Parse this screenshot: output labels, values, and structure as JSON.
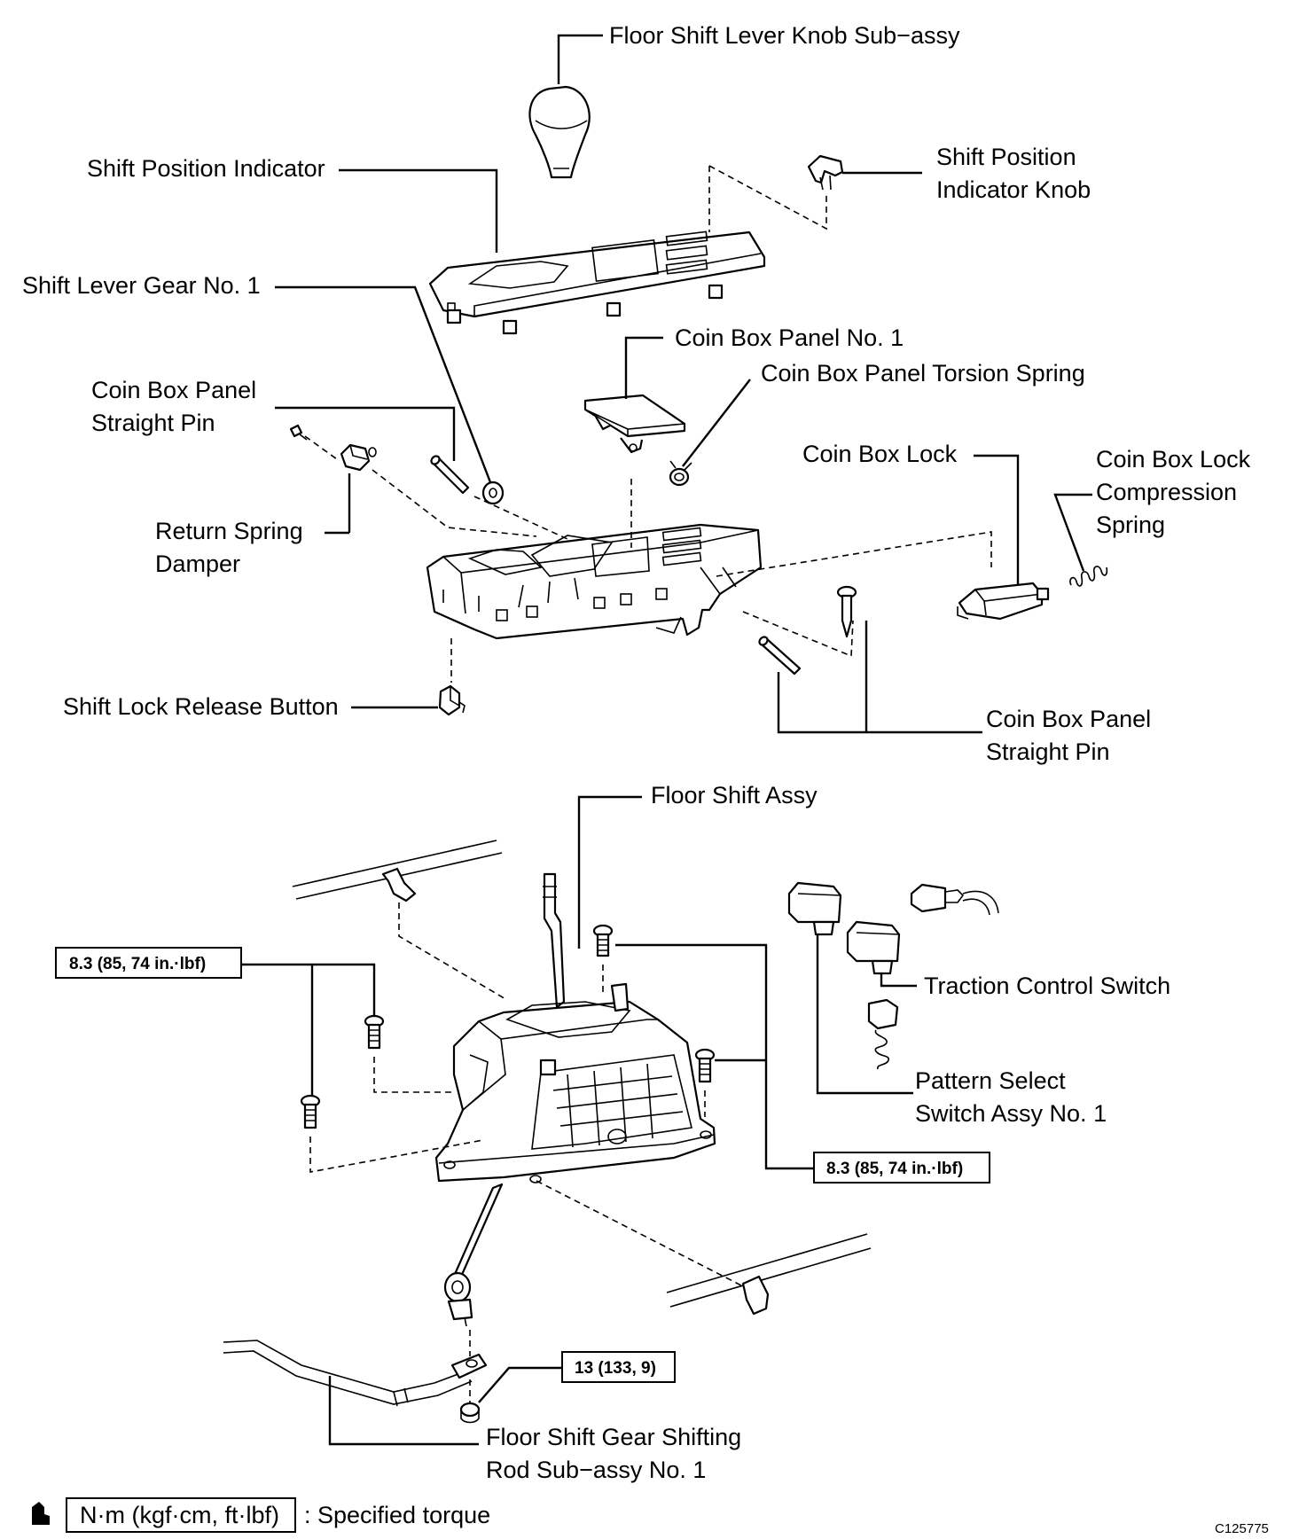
{
  "labels": {
    "knob": "Floor Shift Lever Knob Sub−assy",
    "indicator": "Shift Position Indicator",
    "indicator_knob_1": "Shift Position",
    "indicator_knob_2": "Indicator Knob",
    "gear": "Shift Lever Gear No. 1",
    "coin_panel": "Coin Box Panel No. 1",
    "torsion_spring": "Coin Box Panel Torsion Spring",
    "pin_left_1": "Coin Box Panel",
    "pin_left_2": "Straight Pin",
    "lock": "Coin Box Lock",
    "lock_spring_1": "Coin Box Lock",
    "lock_spring_2": "Compression",
    "lock_spring_3": "Spring",
    "damper_1": "Return Spring",
    "damper_2": "Damper",
    "release_button": "Shift Lock Release Button",
    "pin_right_1": "Coin Box Panel",
    "pin_right_2": "Straight Pin",
    "floor_shift": "Floor Shift Assy",
    "traction": "Traction Control Switch",
    "pattern_1": "Pattern Select",
    "pattern_2": "Switch Assy No. 1",
    "rod_1": "Floor Shift Gear Shifting",
    "rod_2": "Rod Sub−assy No. 1"
  },
  "torque": {
    "left": "8.3 (85, 74 in.·lbf)",
    "right": "8.3 (85, 74 in.·lbf)",
    "bottom": "13 (133, 9)"
  },
  "legend": {
    "unit": "N·m (kgf·cm, ft·lbf)",
    "text": ": Specified torque"
  },
  "figure_code": "C125775"
}
